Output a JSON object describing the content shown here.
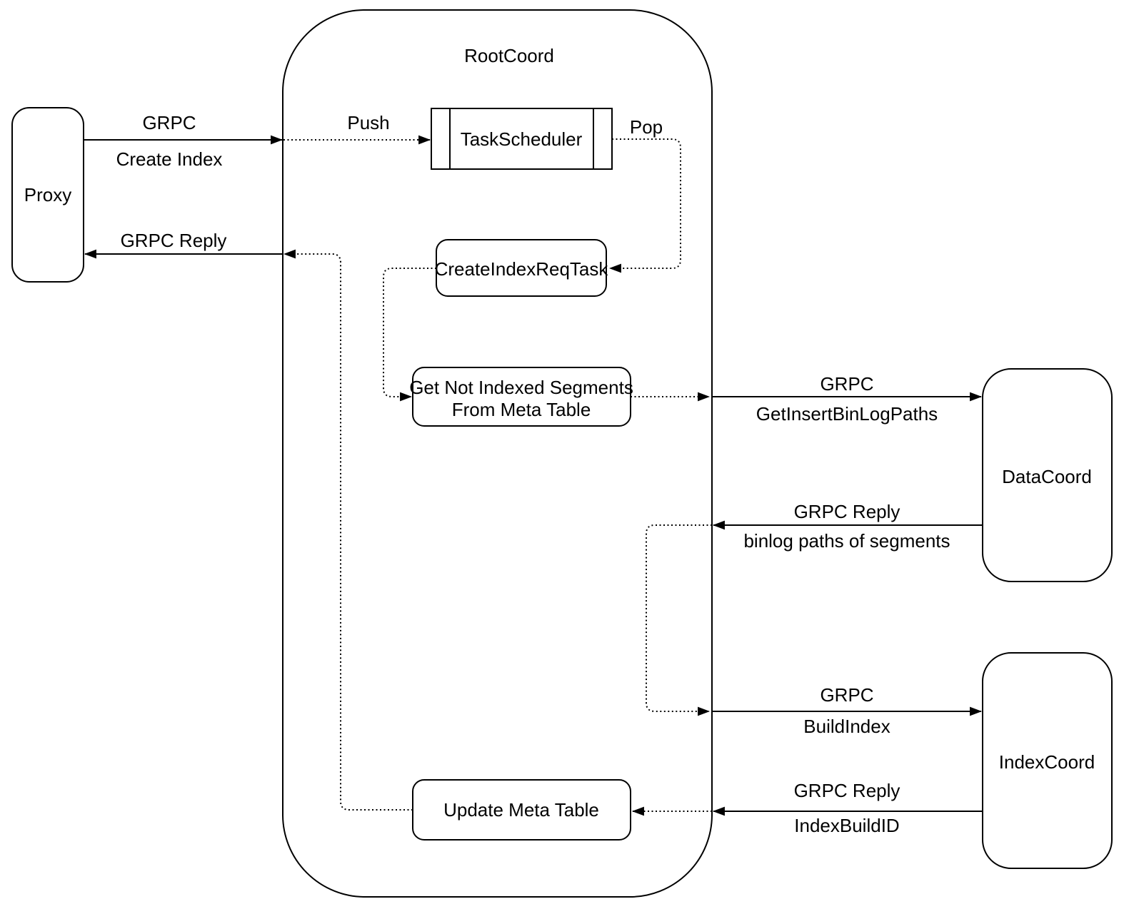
{
  "diagram": {
    "container": {
      "title": "RootCoord"
    },
    "nodes": {
      "proxy": {
        "label": "Proxy"
      },
      "task_scheduler": {
        "label": "TaskScheduler"
      },
      "create_index_req_task": {
        "label": "CreateIndexReqTask"
      },
      "get_not_indexed_segments": {
        "line1": "Get Not Indexed Segments",
        "line2": "From Meta Table"
      },
      "update_meta_table": {
        "label": "Update Meta Table"
      },
      "data_coord": {
        "label": "DataCoord"
      },
      "index_coord": {
        "label": "IndexCoord"
      }
    },
    "edges": {
      "create_index": {
        "protocol": "GRPC",
        "method": "Create Index"
      },
      "push": {
        "label": "Push"
      },
      "pop": {
        "label": "Pop"
      },
      "reply_to_proxy": {
        "label": "GRPC Reply"
      },
      "get_insert_binlog_paths": {
        "protocol": "GRPC",
        "method": "GetInsertBinLogPaths"
      },
      "binlog_paths_reply": {
        "protocol": "GRPC Reply",
        "method": "binlog paths of segments"
      },
      "build_index": {
        "protocol": "GRPC",
        "method": "BuildIndex"
      },
      "index_build_id_reply": {
        "protocol": "GRPC Reply",
        "method": "IndexBuildID"
      }
    },
    "colors": {
      "stroke": "#000000",
      "background": "#ffffff"
    }
  }
}
